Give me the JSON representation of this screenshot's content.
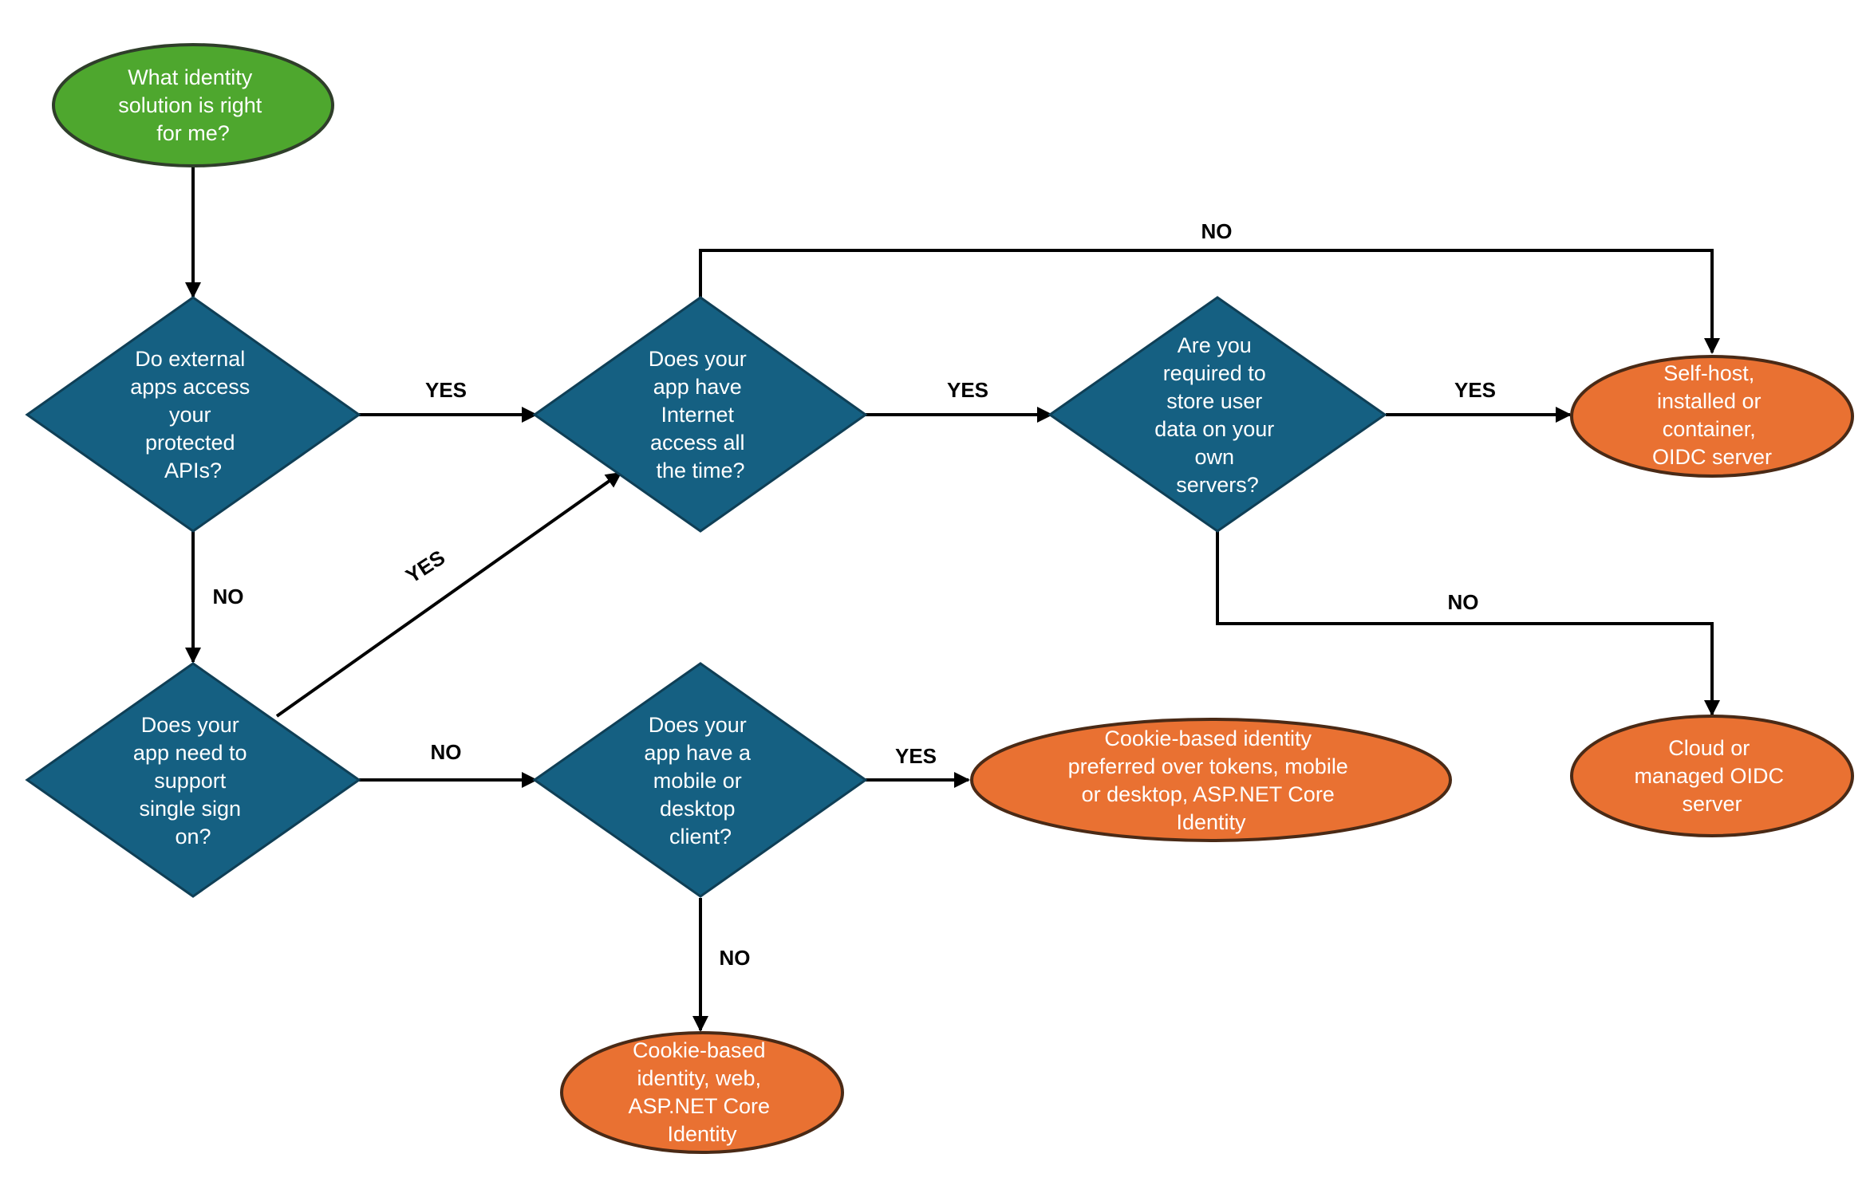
{
  "colors": {
    "start_fill": "#4ea72e",
    "start_stroke": "#2f3e2a",
    "decision_fill": "#156082",
    "decision_stroke": "#0f3f56",
    "outcome_fill": "#e97132",
    "outcome_stroke": "#4a2a16",
    "text": "#ffffff",
    "line": "#000000"
  },
  "nodes": {
    "start": {
      "lines": [
        "What identity",
        "solution is right",
        "for me?"
      ]
    },
    "q_external_apis": {
      "lines": [
        "Do external",
        "apps access",
        "your",
        "protected",
        "APIs?"
      ]
    },
    "q_internet_access": {
      "lines": [
        "Does your",
        "app have",
        "Internet",
        "access all",
        "the time?"
      ]
    },
    "q_store_user_data": {
      "lines": [
        "Are you",
        "required to",
        "store user",
        "data on your",
        "own",
        "servers?"
      ]
    },
    "q_single_sign_on": {
      "lines": [
        "Does your",
        "app need to",
        "support",
        "single sign",
        "on?"
      ]
    },
    "q_mobile_desktop": {
      "lines": [
        "Does your",
        "app have a",
        "mobile or",
        "desktop",
        "client?"
      ]
    },
    "out_self_host": {
      "lines": [
        "Self-host,",
        "installed or",
        "container,",
        "OIDC server"
      ]
    },
    "out_cloud_managed": {
      "lines": [
        "Cloud or",
        "managed OIDC",
        "server"
      ]
    },
    "out_cookie_preferred": {
      "lines": [
        "Cookie-based identity",
        "preferred over tokens, mobile",
        "or desktop, ASP.NET Core",
        "Identity"
      ]
    },
    "out_cookie_web": {
      "lines": [
        "Cookie-based",
        "identity, web,",
        "ASP.NET Core",
        "Identity"
      ]
    }
  },
  "edges": {
    "start_to_external": "",
    "external_yes": "YES",
    "external_no": "NO",
    "sso_yes": "YES",
    "sso_no": "NO",
    "internet_yes": "YES",
    "internet_no": "NO",
    "store_yes": "YES",
    "store_no": "NO",
    "mobile_yes": "YES",
    "mobile_no": "NO"
  }
}
